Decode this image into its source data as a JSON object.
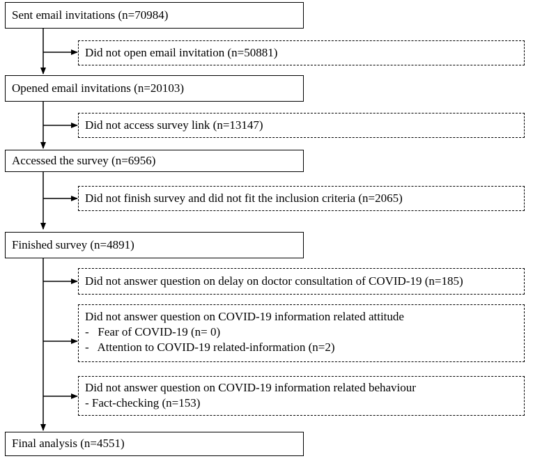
{
  "steps": {
    "sent": "Sent email invitations (n=70984)",
    "opened": "Opened email invitations (n=20103)",
    "accessed": "Accessed the survey (n=6956)",
    "finished": "Finished survey (n=4891)",
    "final": "Final analysis (n=4551)"
  },
  "exclusions": {
    "not_open": "Did not open email invitation  (n=50881)",
    "not_access": "Did not access survey link (n=13147)",
    "not_finish": "Did not finish survey and did not fit the inclusion criteria (n=2065)",
    "delay": "Did not answer question on delay on doctor consultation of COVID-19 (n=185)",
    "attitude": {
      "title": "Did not answer question on COVID-19 information related attitude",
      "items": [
        "-   Fear of COVID-19 (n= 0)",
        "-   Attention to COVID-19 related-information (n=2)"
      ]
    },
    "behaviour": {
      "title": "Did not answer question on COVID-19 information related behaviour",
      "items": [
        "- Fact-checking (n=153)"
      ]
    }
  }
}
